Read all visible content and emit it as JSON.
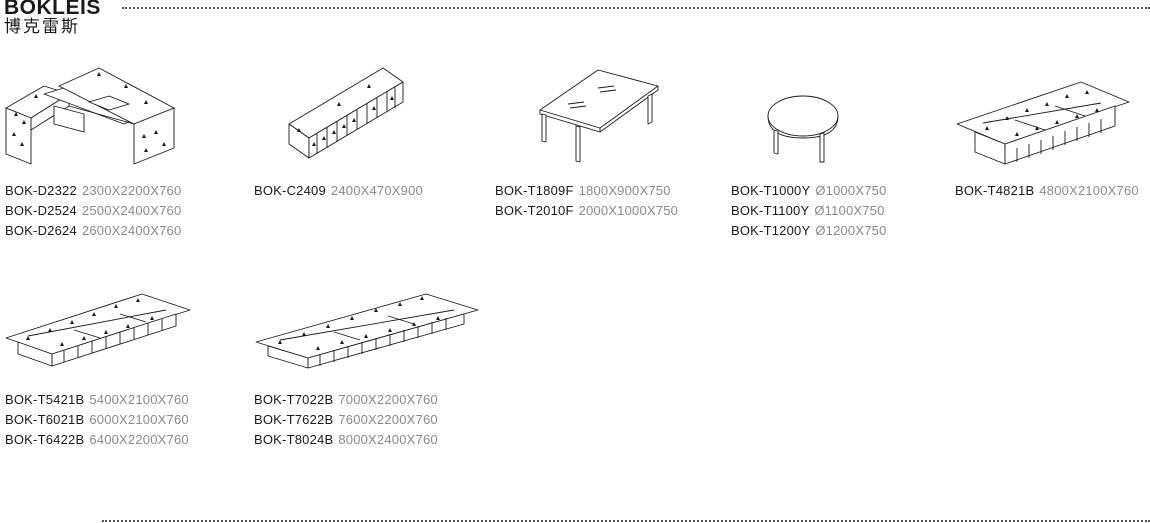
{
  "brand": {
    "name": "BOKLEIS",
    "name_cn": "博克雷斯"
  },
  "colors": {
    "text": "#1a1a1a",
    "dimension_text": "#8a8a8a",
    "line_art": "#1a1a1a",
    "background": "#ffffff"
  },
  "products": [
    {
      "illustration": "executive-desk-icon",
      "models": [
        {
          "code": "BOK-D2322",
          "dims": "2300X2200X760"
        },
        {
          "code": "BOK-D2524",
          "dims": "2500X2400X760"
        },
        {
          "code": "BOK-D2624",
          "dims": "2600X2400X760"
        }
      ]
    },
    {
      "illustration": "cabinet-icon",
      "models": [
        {
          "code": "BOK-C2409",
          "dims": "2400X470X900"
        }
      ]
    },
    {
      "illustration": "rectangular-glass-table-icon",
      "models": [
        {
          "code": "BOK-T1809F",
          "dims": "1800X900X750"
        },
        {
          "code": "BOK-T2010F",
          "dims": "2000X1000X750"
        }
      ]
    },
    {
      "illustration": "round-table-icon",
      "models": [
        {
          "code": "BOK-T1000Y",
          "dims": "Ø1000X750"
        },
        {
          "code": "BOK-T1100Y",
          "dims": "Ø1100X750"
        },
        {
          "code": "BOK-T1200Y",
          "dims": "Ø1200X750"
        }
      ]
    },
    {
      "illustration": "conference-table-icon",
      "models": [
        {
          "code": "BOK-T4821B",
          "dims": "4800X2100X760"
        }
      ]
    },
    {
      "illustration": "conference-table-icon",
      "models": [
        {
          "code": "BOK-T5421B",
          "dims": "5400X2100X760"
        },
        {
          "code": "BOK-T6021B",
          "dims": "6000X2100X760"
        },
        {
          "code": "BOK-T6422B",
          "dims": "6400X2200X760"
        }
      ]
    },
    {
      "illustration": "long-conference-table-icon",
      "models": [
        {
          "code": "BOK-T7022B",
          "dims": "7000X2200X760"
        },
        {
          "code": "BOK-T7622B",
          "dims": "7600X2200X760"
        },
        {
          "code": "BOK-T8024B",
          "dims": "8000X2400X760"
        }
      ]
    }
  ]
}
